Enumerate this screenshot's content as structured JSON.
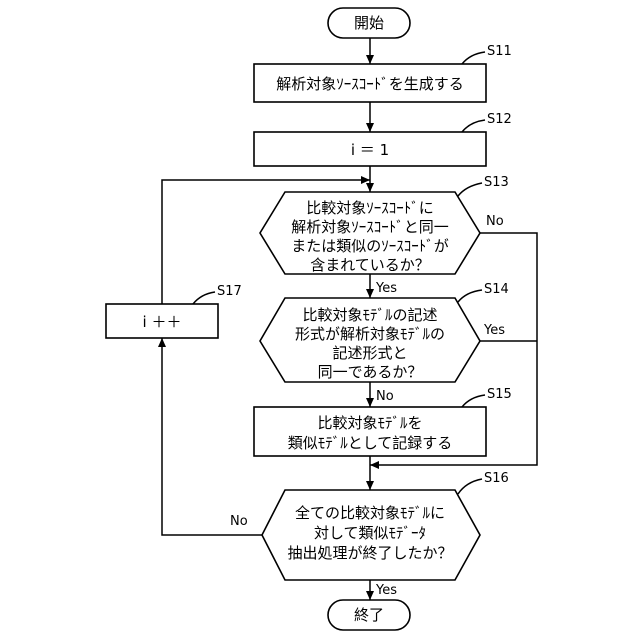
{
  "flowchart": {
    "start": "開始",
    "end": "終了",
    "steps": [
      {
        "id": "S11",
        "lines": [
          "解析対象ｿｰｽｺｰﾄﾞを生成する"
        ]
      },
      {
        "id": "S12",
        "lines": [
          "i ＝ 1"
        ]
      },
      {
        "id": "S13",
        "lines": [
          "比較対象ｿｰｽｺｰﾄﾞに",
          "解析対象ｿｰｽｺｰﾄﾞと同一",
          "または類似のｿｰｽｺｰﾄﾞが",
          "含まれているか？"
        ]
      },
      {
        "id": "S14",
        "lines": [
          "比較対象ﾓﾃﾞﾙの記述",
          "形式が解析対象ﾓﾃﾞﾙの",
          "記述形式と",
          "同一であるか？"
        ]
      },
      {
        "id": "S15",
        "lines": [
          "比較対象ﾓﾃﾞﾙを",
          "類似ﾓﾃﾞﾙとして記録する"
        ]
      },
      {
        "id": "S16",
        "lines": [
          "全ての比較対象ﾓﾃﾞﾙに",
          "対して類似ﾓﾃﾞｰﾀ",
          "抽出処理が終了したか？"
        ]
      },
      {
        "id": "S17",
        "lines": [
          "i ＋＋"
        ]
      }
    ],
    "branches": {
      "s13_yes": "Yes",
      "s13_no": "No",
      "s14_yes": "Yes",
      "s14_no": "No",
      "s16_yes": "Yes",
      "s16_no": "No"
    }
  }
}
